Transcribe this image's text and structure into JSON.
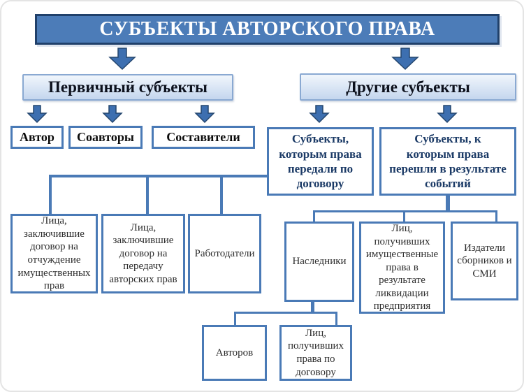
{
  "title": "СУБЪЕКТЫ АВТОРСКОГО ПРАВА",
  "colors": {
    "header_fill": "#4c7cb8",
    "header_border": "#20406a",
    "header_text": "#ffffff",
    "subheader_fill_bottom": "#c4d6ee",
    "subheader_border": "#8aa9d2",
    "subheader_text": "#0c101c",
    "box_fill": "#ffffff",
    "box_border": "#4a7ab6",
    "navy_text": "#1b3a66",
    "connector": "#4a7ab6",
    "arrow_fill": "#3d6fb0",
    "arrow_edge": "#24466e"
  },
  "nodes": {
    "root": "СУБЪЕКТЫ АВТОРСКОГО ПРАВА",
    "primary": "Первичный субъекты",
    "other": "Другие субъекты",
    "author": "Автор",
    "coauthors": "Соавторы",
    "compilers": "Составители",
    "transferred": "Субъекты,\nкоторым права\nпередали по\nдоговору",
    "passed": "Субъекты, к\nкоторым права\nперешли в результате\nсобытий",
    "alienation": "Лица,\nзаключившие\nдоговор на\nотчуждение\nимущественных\nправ",
    "transfer_contract": "Лица,\nзаключившие\nдоговор на\nпередачу\nавторских прав",
    "employers": "Работодатели",
    "heirs": "Наследники",
    "liquidation": "Лиц,\nполучивших\nимущественные\nправа в\nрезультате\nликвидации\nпредприятия",
    "publishers": "Издатели\nсборников и\nСМИ",
    "of_authors": "Авторов",
    "by_contract": "Лиц,\nполучивших\nправа по\nдоговору"
  }
}
